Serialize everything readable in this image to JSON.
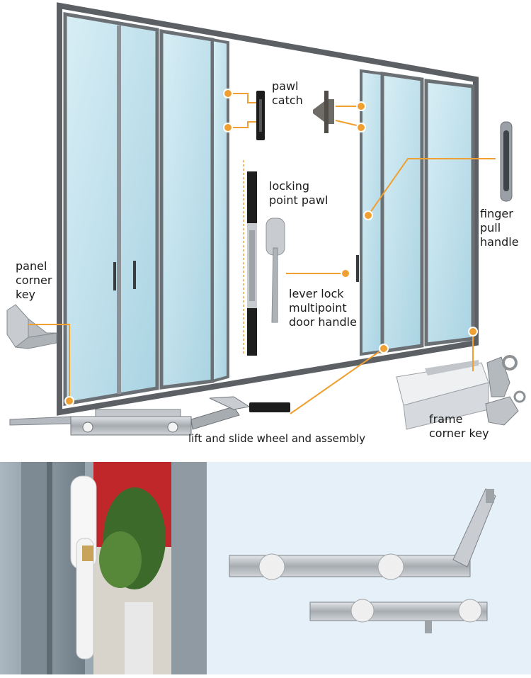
{
  "diagram": {
    "labels": {
      "pawl_catch": [
        "pawl",
        "catch"
      ],
      "locking_point_pawl": [
        "locking",
        "point pawl"
      ],
      "finger_pull_handle": [
        "finger",
        "pull",
        "handle"
      ],
      "panel_corner_key": [
        "panel",
        "corner",
        "key"
      ],
      "lever_lock": [
        "lever lock",
        "multipoint",
        "door handle"
      ],
      "frame_corner_key": [
        "frame",
        "corner key"
      ],
      "lift_and_slide": "lift and slide wheel and assembly"
    },
    "colors": {
      "callout": "#f0a030",
      "frame": "#5c6064",
      "glass": "#c8e4ee",
      "hardware": "#b8bdc2",
      "photo_bg": "#e6f0f8",
      "plant_wall": "#c0272a"
    }
  }
}
